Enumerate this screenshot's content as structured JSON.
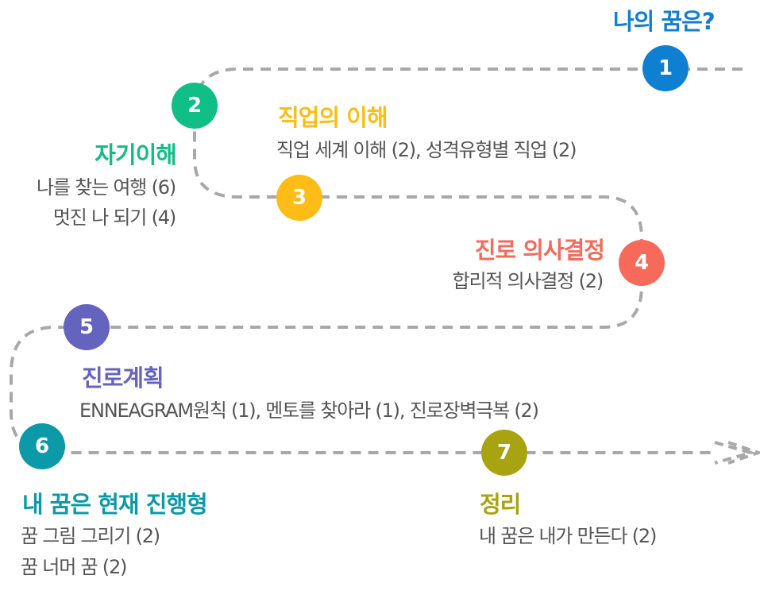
{
  "main_title": "나의 꿈은?",
  "colors": {
    "path": "#a8a8a8",
    "s1": "#0f7fd2",
    "s2": "#11be86",
    "s3": "#fdbd16",
    "s4": "#f56a5a",
    "s5": "#6464be",
    "s6": "#0c99a8",
    "s7": "#a8a411"
  },
  "steps": [
    {
      "number": "1"
    },
    {
      "number": "2",
      "title": "자기이해",
      "items": [
        "나를 찾는 여행 (6)",
        "멋진 나 되기 (4)"
      ]
    },
    {
      "number": "3",
      "title": "직업의 이해",
      "items": [
        "직업 세계 이해 (2), 성격유형별 직업 (2)"
      ]
    },
    {
      "number": "4",
      "title": "진로 의사결정",
      "items": [
        "합리적 의사결정 (2)"
      ]
    },
    {
      "number": "5",
      "title": "진로계획",
      "items": [
        "ENNEAGRAM원칙 (1), 멘토를 찾아라 (1), 진로장벽극복 (2)"
      ]
    },
    {
      "number": "6",
      "title": "내 꿈은 현재 진행형",
      "items": [
        "꿈 그림 그리기 (2)",
        "꿈 너머 꿈 (2)"
      ]
    },
    {
      "number": "7",
      "title": "정리",
      "items": [
        "내 꿈은 내가 만든다 (2)"
      ]
    }
  ]
}
